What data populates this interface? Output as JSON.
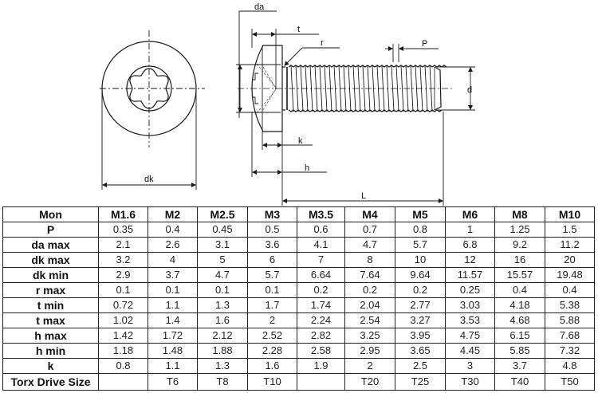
{
  "drawing": {
    "labels": {
      "dk": "dk",
      "da": "da",
      "t": "t",
      "r": "r",
      "P": "P",
      "d": "d",
      "k": "k",
      "h": "h",
      "L": "L"
    },
    "line_color": "#1a1a1a"
  },
  "table": {
    "corner": "Mon",
    "columns": [
      "M1.6",
      "M2",
      "M2.5",
      "M3",
      "M3.5",
      "M4",
      "M5",
      "M6",
      "M8",
      "M10"
    ],
    "rows": [
      {
        "label": "P",
        "values": [
          "0.35",
          "0.4",
          "0.45",
          "0.5",
          "0.6",
          "0.7",
          "0.8",
          "1",
          "1.25",
          "1.5"
        ]
      },
      {
        "label": "da max",
        "values": [
          "2.1",
          "2.6",
          "3.1",
          "3.6",
          "4.1",
          "4.7",
          "5.7",
          "6.8",
          "9.2",
          "11.2"
        ]
      },
      {
        "label": "dk max",
        "values": [
          "3.2",
          "4",
          "5",
          "6",
          "7",
          "8",
          "10",
          "12",
          "16",
          "20"
        ]
      },
      {
        "label": "dk min",
        "values": [
          "2.9",
          "3.7",
          "4.7",
          "5.7",
          "6.64",
          "7.64",
          "9.64",
          "11.57",
          "15.57",
          "19.48"
        ]
      },
      {
        "label": "r max",
        "values": [
          "0.1",
          "0.1",
          "0.1",
          "0.1",
          "0.2",
          "0.2",
          "0.2",
          "0.25",
          "0.4",
          "0.4"
        ]
      },
      {
        "label": "t min",
        "values": [
          "0.72",
          "1.1",
          "1.3",
          "1.7",
          "1.74",
          "2.04",
          "2.77",
          "3.03",
          "4.18",
          "5.38"
        ]
      },
      {
        "label": "t max",
        "values": [
          "1.02",
          "1.4",
          "1.6",
          "2",
          "2.24",
          "2.54",
          "3.27",
          "3.53",
          "4.68",
          "5.88"
        ]
      },
      {
        "label": "h max",
        "values": [
          "1.42",
          "1.72",
          "2.12",
          "2.52",
          "2.82",
          "3.25",
          "3.95",
          "4.75",
          "6.15",
          "7.68"
        ]
      },
      {
        "label": "h min",
        "values": [
          "1.18",
          "1.48",
          "1.88",
          "2.28",
          "2.58",
          "2.95",
          "3.65",
          "4.45",
          "5.85",
          "7.32"
        ]
      },
      {
        "label": "k",
        "values": [
          "0.8",
          "1.1",
          "1.3",
          "1.6",
          "1.9",
          "2",
          "2.5",
          "3",
          "3.7",
          "4.8"
        ]
      },
      {
        "label": "Torx Drive Size",
        "values": [
          "",
          "T6",
          "T8",
          "T10",
          "",
          "T20",
          "T25",
          "T30",
          "T40",
          "T50"
        ]
      }
    ]
  }
}
